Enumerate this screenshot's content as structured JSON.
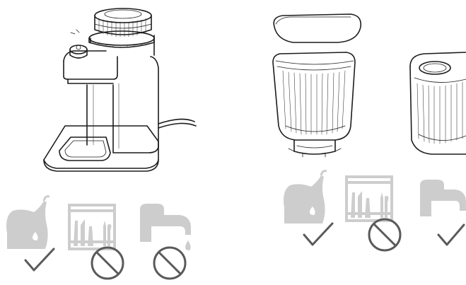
{
  "panels": [
    {
      "item": "grinder-body",
      "care": [
        {
          "method": "damp-cloth",
          "icon": "damp-cloth-icon",
          "allowed": true,
          "mark": "checkmark-icon"
        },
        {
          "method": "dishwasher",
          "icon": "dishwasher-icon",
          "allowed": false,
          "mark": "prohibited-icon"
        },
        {
          "method": "running-water",
          "icon": "faucet-icon",
          "allowed": false,
          "mark": "prohibited-icon"
        }
      ]
    },
    {
      "item": "bean-hopper-lid-and-grounds-cup",
      "care": [
        {
          "method": "damp-cloth",
          "icon": "damp-cloth-icon",
          "allowed": true,
          "mark": "checkmark-icon"
        },
        {
          "method": "dishwasher",
          "icon": "dishwasher-icon",
          "allowed": false,
          "mark": "prohibited-icon"
        },
        {
          "method": "running-water",
          "icon": "faucet-icon",
          "allowed": true,
          "mark": "checkmark-icon"
        }
      ]
    }
  ],
  "colors": {
    "line": "#1c1c1c",
    "icon_fill": "#cdcdcd",
    "mark": "#5a5a5a"
  }
}
